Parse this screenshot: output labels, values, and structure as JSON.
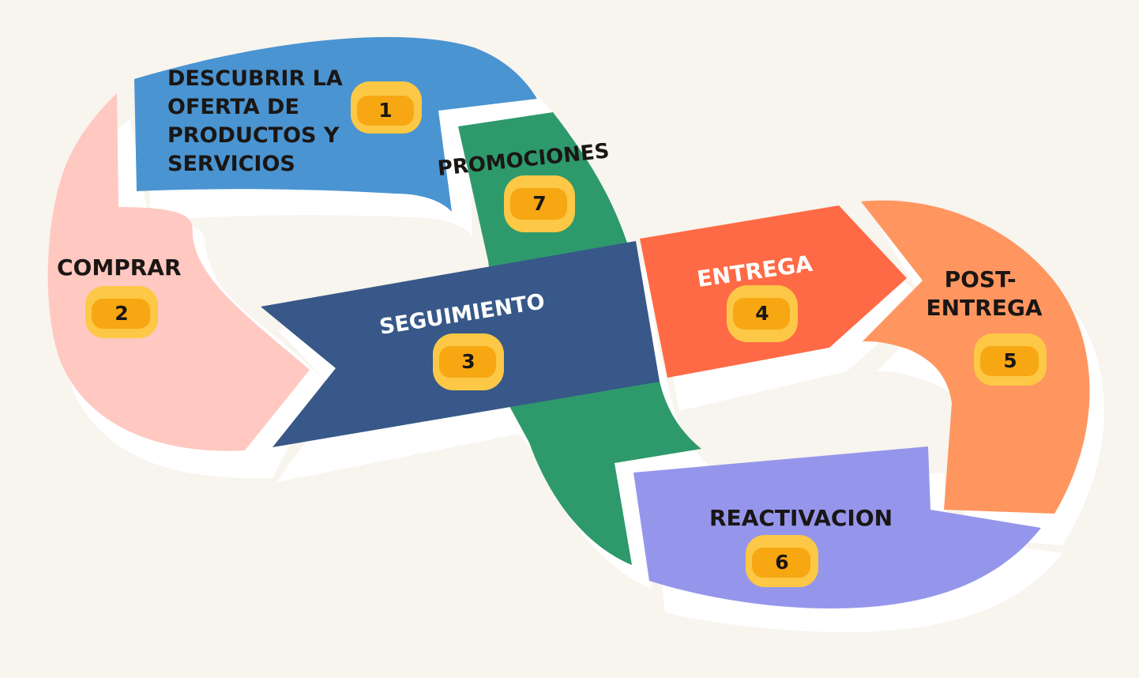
{
  "diagram": {
    "colors": {
      "background": "#f8f4ee",
      "shadow": "#ffffff",
      "discover": "#4a94d1",
      "buy": "#ffc8c0",
      "followup": "#375888",
      "delivery": "#ff6a46",
      "postdelivery": "#ff9660",
      "reactivation": "#9596eb",
      "promotions": "#2e9a6c",
      "badge": "#fcc845",
      "badge_front": "#f7a712",
      "text_dark": "#1a1614",
      "text_light": "#ffffff"
    },
    "stages": [
      {
        "id": "discover",
        "number": "1",
        "label_lines": [
          "DESCUBRIR LA",
          "OFERTA DE",
          "PRODUCTOS Y",
          "SERVICIOS"
        ]
      },
      {
        "id": "buy",
        "number": "2",
        "label_lines": [
          "COMPRAR"
        ]
      },
      {
        "id": "followup",
        "number": "3",
        "label_lines": [
          "SEGUIMIENTO"
        ]
      },
      {
        "id": "delivery",
        "number": "4",
        "label_lines": [
          "ENTREGA"
        ]
      },
      {
        "id": "postdelivery",
        "number": "5",
        "label_lines": [
          "POST-",
          "ENTREGA"
        ]
      },
      {
        "id": "reactivation",
        "number": "6",
        "label_lines": [
          "REACTIVACION"
        ]
      },
      {
        "id": "promotions",
        "number": "7",
        "label_lines": [
          "PROMOCIONES"
        ]
      }
    ]
  }
}
